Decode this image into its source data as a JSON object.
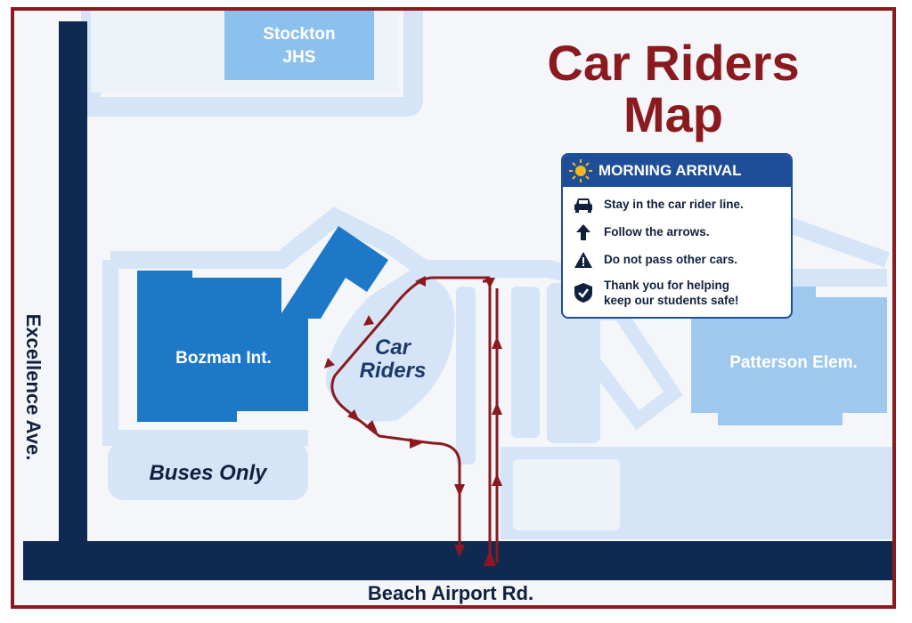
{
  "title": {
    "line1": "Car Riders",
    "line2": "Map"
  },
  "colors": {
    "frame": "#8b1a1f",
    "route": "#8b1a1f",
    "road": "#0f2a52",
    "building_main": "#1e78c8",
    "building_light": "#9ec8ee",
    "paved": "#d5e5f7",
    "legend_header": "#1f4e99"
  },
  "buildings": {
    "stockton": {
      "line1": "Stockton",
      "line2": "JHS"
    },
    "bozman": "Bozman Int.",
    "patterson": "Patterson Elem."
  },
  "areas": {
    "car_riders": {
      "line1": "Car",
      "line2": "Riders"
    },
    "buses_only": "Buses Only"
  },
  "roads": {
    "excellence": "Excellence Ave.",
    "beach_airport": "Beach Airport Rd."
  },
  "legend": {
    "header": "MORNING ARRIVAL",
    "header_icon": "sun-icon",
    "items": [
      {
        "icon": "car-icon",
        "text": "Stay in the car rider line."
      },
      {
        "icon": "arrow-up-icon",
        "text": "Follow the arrows."
      },
      {
        "icon": "warning-icon",
        "text": "Do not pass other cars."
      },
      {
        "icon": "shield-check-icon",
        "text_line1": "Thank you for helping",
        "text_line2": "keep our students safe!"
      }
    ]
  }
}
